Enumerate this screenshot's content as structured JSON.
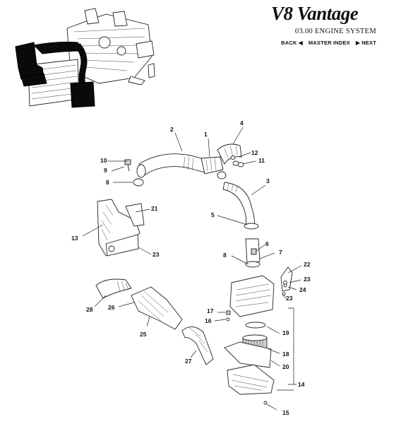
{
  "header": {
    "brand_title": "V8 Vantage",
    "section_title": "03.00 ENGINE SYSTEM"
  },
  "nav": {
    "back_label": "BACK ◀",
    "index_label": "MASTER INDEX",
    "next_label": "▶ NEXT"
  },
  "callouts": {
    "c1": "1",
    "c2": "2",
    "c3": "3",
    "c4": "4",
    "c5": "5",
    "c6": "6",
    "c7": "7",
    "c8a": "8",
    "c8b": "8",
    "c9": "9",
    "c10": "10",
    "c11": "11",
    "c12": "12",
    "c13": "13",
    "c14": "14",
    "c15": "15",
    "c16": "16",
    "c17": "17",
    "c18": "18",
    "c19": "19",
    "c20": "20",
    "c21": "21",
    "c22": "22",
    "c23a": "23",
    "c23b": "23",
    "c23c": "23",
    "c24": "24",
    "c25": "25",
    "c26": "26",
    "c27": "27",
    "c28": "28"
  }
}
